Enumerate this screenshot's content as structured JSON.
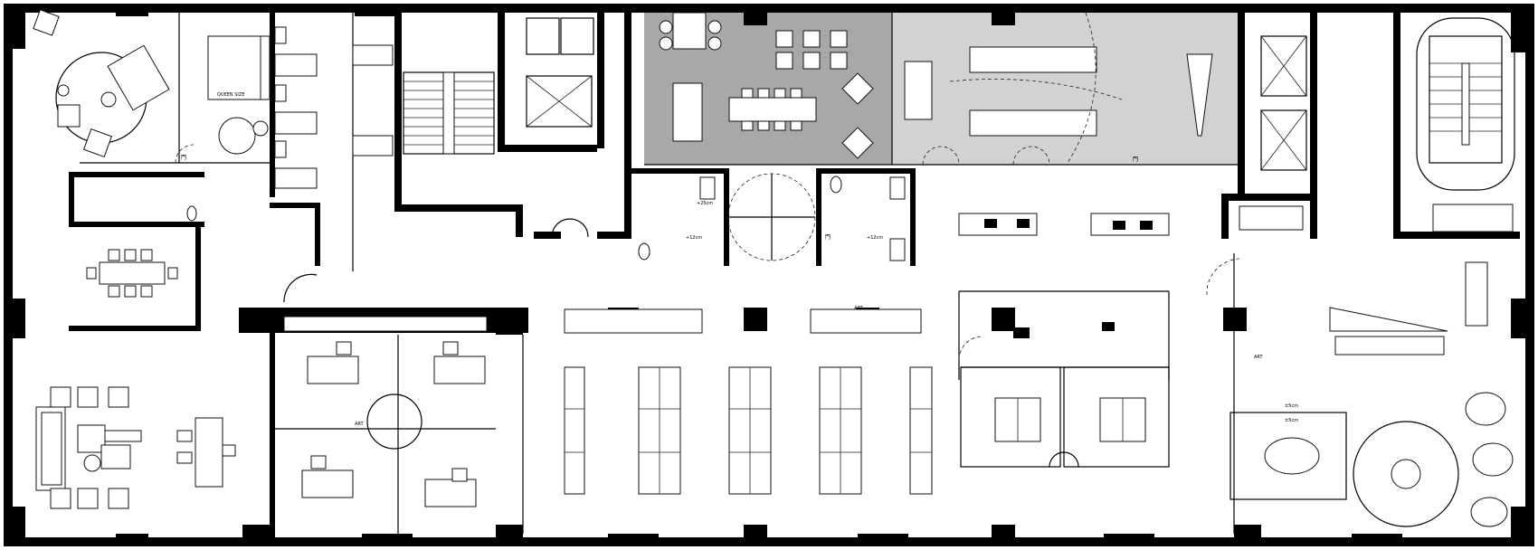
{
  "labels": {
    "queen_size": "QUEEN SIZE",
    "art": "ART",
    "dim_25cm": "+25cm",
    "dim_12cm": "+12cm",
    "dim_5cm": "±5cm",
    "door_tag": "門"
  },
  "colors": {
    "wall": "#000000",
    "dark_zone": "#a8a8a8",
    "light_zone": "#d2d2d2",
    "background": "#ffffff"
  },
  "icons": [
    "stair-icon",
    "elevator-icon",
    "toilet-icon",
    "sink-icon",
    "sofa-icon",
    "bed-icon",
    "chair-icon"
  ]
}
